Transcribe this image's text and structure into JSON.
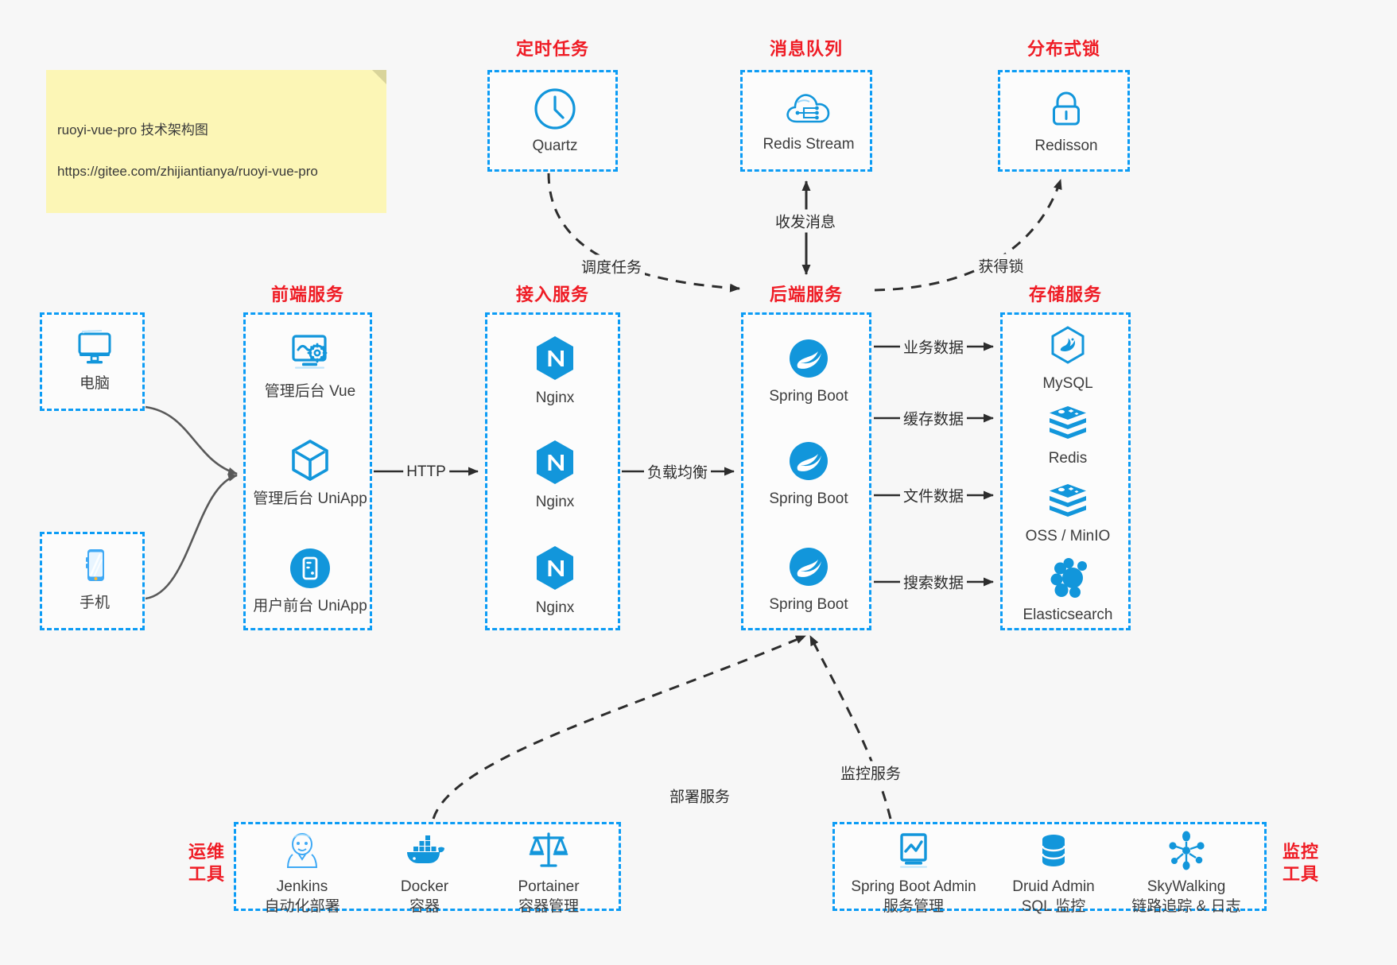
{
  "note": {
    "line1": "ruoyi-vue-pro 技术架构图",
    "line2": "https://gitee.com/zhijiantianya/ruoyi-vue-pro"
  },
  "colors": {
    "accent_blue": "#0c9cf5",
    "title_red": "#ef1c25",
    "canvas": "#f7f7f7",
    "note_yellow": "#fcf6b6",
    "arrow_dark": "#2d2d2d",
    "arrow_grey": "#595959"
  },
  "groups": {
    "scheduler": {
      "title": "定时任务",
      "nodes": [
        {
          "label": "Quartz",
          "icon": "clock-icon"
        }
      ]
    },
    "mq": {
      "title": "消息队列",
      "nodes": [
        {
          "label": "Redis Stream",
          "icon": "cloud-network-icon"
        }
      ]
    },
    "lock": {
      "title": "分布式锁",
      "nodes": [
        {
          "label": "Redisson",
          "icon": "padlock-icon"
        }
      ]
    },
    "clients": {
      "nodes": [
        {
          "label": "电脑",
          "icon": "desktop-monitor-icon"
        },
        {
          "label": "手机",
          "icon": "smartphone-icon"
        }
      ]
    },
    "frontend": {
      "title": "前端服务",
      "nodes": [
        {
          "label": "管理后台 Vue",
          "icon": "dashboard-gear-icon"
        },
        {
          "label": "管理后台 UniApp",
          "icon": "cube-icon"
        },
        {
          "label": "用户前台 UniApp",
          "icon": "mobile-app-icon"
        }
      ]
    },
    "gateway": {
      "title": "接入服务",
      "nodes": [
        {
          "label": "Nginx",
          "icon": "nginx-icon"
        },
        {
          "label": "Nginx",
          "icon": "nginx-icon"
        },
        {
          "label": "Nginx",
          "icon": "nginx-icon"
        }
      ]
    },
    "backend": {
      "title": "后端服务",
      "nodes": [
        {
          "label": "Spring Boot",
          "icon": "spring-boot-icon"
        },
        {
          "label": "Spring Boot",
          "icon": "spring-boot-icon"
        },
        {
          "label": "Spring Boot",
          "icon": "spring-boot-icon"
        }
      ]
    },
    "storage": {
      "title": "存储服务",
      "nodes": [
        {
          "label": "MySQL",
          "icon": "mysql-icon"
        },
        {
          "label": "Redis",
          "icon": "redis-icon"
        },
        {
          "label": "OSS / MinIO",
          "icon": "oss-minio-icon"
        },
        {
          "label": "Elasticsearch",
          "icon": "elasticsearch-icon"
        }
      ]
    },
    "devops": {
      "title": "运维\n工具",
      "nodes": [
        {
          "label": "Jenkins",
          "sub": "自动化部署",
          "icon": "jenkins-icon"
        },
        {
          "label": "Docker",
          "sub": "容器",
          "icon": "docker-icon"
        },
        {
          "label": "Portainer",
          "sub": "容器管理",
          "icon": "scales-icon"
        }
      ]
    },
    "monitoring": {
      "title": "监控\n工具",
      "nodes": [
        {
          "label": "Spring Boot Admin",
          "sub": "服务管理",
          "icon": "monitor-chart-icon"
        },
        {
          "label": "Druid Admin",
          "sub": "SQL 监控",
          "icon": "database-icon"
        },
        {
          "label": "SkyWalking",
          "sub": "链路追踪 & 日志",
          "icon": "skywalking-icon"
        }
      ]
    }
  },
  "edges": {
    "http": "HTTP",
    "load_balance": "负载均衡",
    "schedule_task": "调度任务",
    "send_receive_message": "收发消息",
    "acquire_lock": "获得锁",
    "business_data": "业务数据",
    "cache_data": "缓存数据",
    "file_data": "文件数据",
    "search_data": "搜索数据",
    "deploy_service": "部署服务",
    "monitor_service": "监控服务"
  }
}
